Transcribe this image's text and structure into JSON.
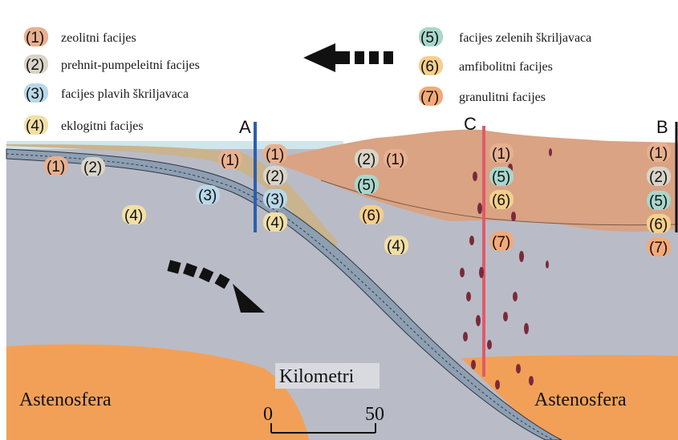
{
  "legend": [
    {
      "num": "(1)",
      "label": "zeolitni facijes"
    },
    {
      "num": "(2)",
      "label": "prehnit-pumpeleitni facijes"
    },
    {
      "num": "(3)",
      "label": "facijes plavih škriljavaca"
    },
    {
      "num": "(4)",
      "label": "eklogitni facijes"
    },
    {
      "num": "(5)",
      "label": "facijes zelenih škriljavaca"
    },
    {
      "num": "(6)",
      "label": "amfibolitni facijes"
    },
    {
      "num": "(7)",
      "label": "granulitni facijes"
    }
  ],
  "profiles": {
    "a": "A",
    "b": "B",
    "c": "C"
  },
  "zones": {
    "asthenosphere_left": "Astenosfera",
    "asthenosphere_right": "Astenosfera"
  },
  "scale": {
    "title": "Kilometri",
    "min": "0",
    "max": "50"
  },
  "facies_tags": {
    "n1": "(1)",
    "n2": "(2)",
    "n3": "(3)",
    "n4": "(4)",
    "n5": "(5)",
    "n6": "(6)",
    "n7": "(7)"
  },
  "colors": {
    "f1": "#e8b08f",
    "f2": "#d9d4c7",
    "f3": "#b9d8e8",
    "f4": "#f2dfa6",
    "f5": "#a9d7cc",
    "f6": "#f5cf8c",
    "f7": "#f4a978",
    "mantle": "#b9bcc6",
    "crust": "#d9a384",
    "asthenosphere": "#f2a058",
    "ocean": "#cfe6ea",
    "slab": "#8e9fb2",
    "profile_a": "#2b5fae",
    "profile_c": "#e05a6a"
  }
}
